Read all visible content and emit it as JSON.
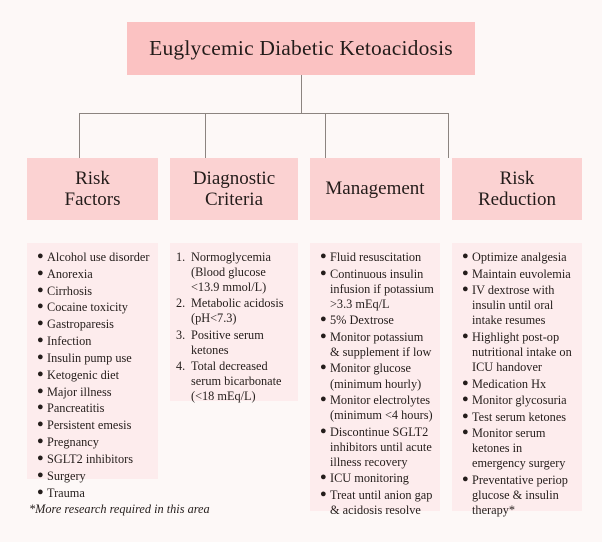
{
  "diagram": {
    "title": "Euglycemic Diabetic Ketoacidosis",
    "footnote": "*More research required in this area",
    "colors": {
      "page_background": "#fdf8f7",
      "root_box": "#fbc2c2",
      "header_box": "#fbd2d2",
      "body_box": "#fdeced",
      "connector_line": "#8c8480",
      "text": "#241d1b"
    },
    "columns": [
      {
        "id": "risk-factors",
        "header": "Risk\nFactors",
        "header_line1": "Risk",
        "header_line2": "Factors",
        "list_type": "bulleted",
        "items": [
          "Alcohol use disorder",
          "Anorexia",
          "Cirrhosis",
          "Cocaine toxicity",
          "Gastroparesis",
          "Infection",
          "Insulin pump use",
          "Ketogenic diet",
          "Major illness",
          "Pancreatitis",
          "Persistent emesis",
          "Pregnancy",
          "SGLT2 inhibitors",
          "Surgery",
          "Trauma"
        ]
      },
      {
        "id": "diagnostic-criteria",
        "header": "Diagnostic\nCriteria",
        "header_line1": "Diagnostic",
        "header_line2": "Criteria",
        "list_type": "numbered",
        "items": [
          "Normoglycemia (Blood glucose <13.9 mmol/L)",
          "Metabolic acidosis (pH<7.3)",
          "Positive serum ketones",
          "Total decreased serum bicarbonate (<18 mEq/L)"
        ]
      },
      {
        "id": "management",
        "header": "Management",
        "header_line1": "Management",
        "header_line2": "",
        "list_type": "bulleted",
        "items": [
          "Fluid resuscitation",
          "Continuous insulin infusion if potassium >3.3 mEq/L",
          "5% Dextrose",
          "Monitor potassium & supplement if low",
          "Monitor glucose (minimum hourly)",
          "Monitor electrolytes (minimum <4 hours)",
          "Discontinue SGLT2 inhibitors until acute illness recovery",
          "ICU monitoring",
          "Treat until anion gap & acidosis resolve"
        ]
      },
      {
        "id": "risk-reduction",
        "header": "Risk\nReduction",
        "header_line1": "Risk",
        "header_line2": "Reduction",
        "list_type": "bulleted",
        "items": [
          "Optimize analgesia",
          "Maintain euvolemia",
          "IV dextrose with insulin until oral intake resumes",
          "Highlight post-op nutritional intake  on ICU handover",
          "Medication Hx",
          "Monitor glycosuria",
          "Test serum ketones",
          "Monitor serum ketones in emergency surgery",
          "Preventative periop glucose & insulin therapy*"
        ]
      }
    ]
  }
}
